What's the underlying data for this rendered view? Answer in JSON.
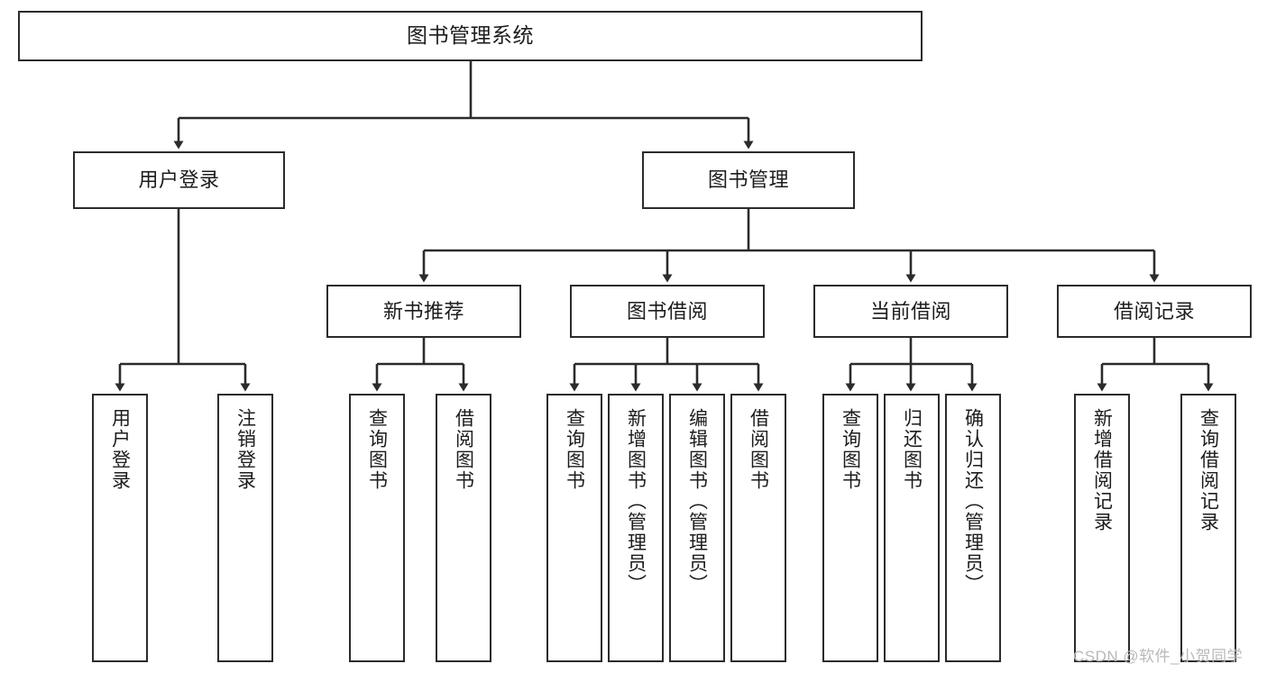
{
  "diagram": {
    "title_node": {
      "label": "图书管理系统"
    },
    "level2": [
      {
        "label": "用户登录"
      },
      {
        "label": "图书管理"
      }
    ],
    "level3": [
      {
        "label": "新书推荐"
      },
      {
        "label": "图书借阅"
      },
      {
        "label": "当前借阅"
      },
      {
        "label": "借阅记录"
      }
    ],
    "leaves": {
      "user_login": [
        {
          "label": "用户登录"
        },
        {
          "label": "注销登录"
        }
      ],
      "new_book_recommend": [
        {
          "label": "查询图书"
        },
        {
          "label": "借阅图书"
        }
      ],
      "book_borrow": [
        {
          "label": "查询图书"
        },
        {
          "label": "新增图书（管理员）"
        },
        {
          "label": "编辑图书（管理员）"
        },
        {
          "label": "借阅图书"
        }
      ],
      "current_borrow": [
        {
          "label": "查询图书"
        },
        {
          "label": "归还图书"
        },
        {
          "label": "确认归还（管理员）"
        }
      ],
      "borrow_record": [
        {
          "label": "新增借阅记录"
        },
        {
          "label": "查询借阅记录"
        }
      ]
    },
    "watermark": {
      "text": "CSDN @软件_小贺同学"
    },
    "colors": {
      "stroke": "#2b2b2b",
      "fill": "#ffffff",
      "text": "#1c1c1c",
      "watermark": "#b9b9b9"
    }
  }
}
